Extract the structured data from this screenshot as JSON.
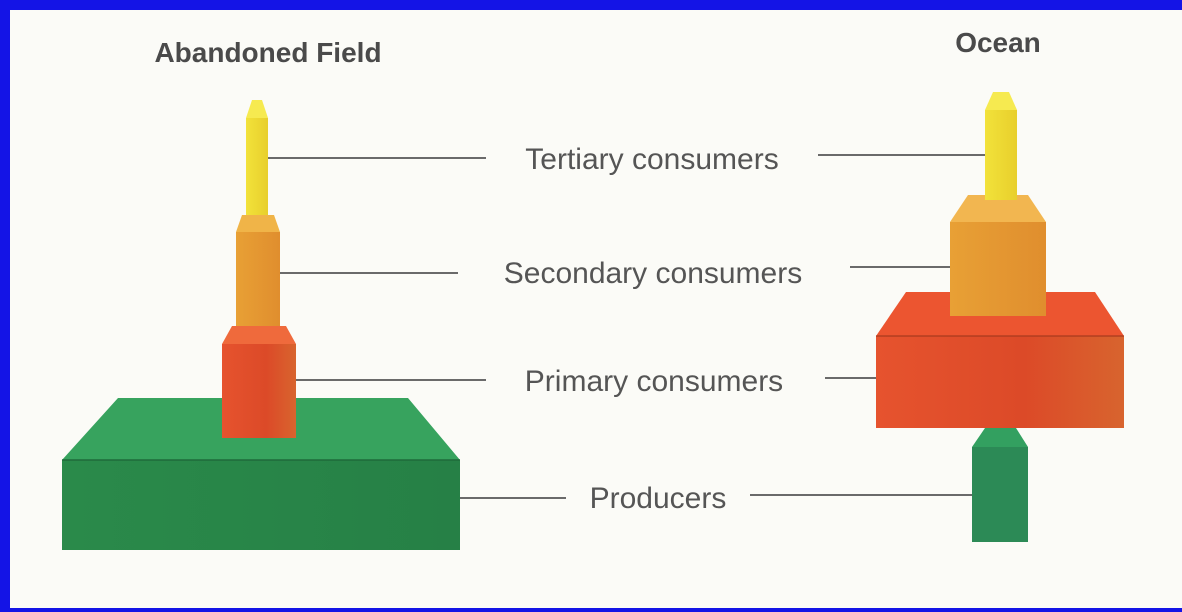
{
  "titles": {
    "left": "Abandoned Field",
    "right": "Ocean"
  },
  "levels": {
    "tertiary": "Tertiary consumers",
    "secondary": "Secondary consumers",
    "primary": "Primary consumers",
    "producers": "Producers"
  },
  "colors": {
    "border": "#1414e6",
    "background": "#fbfbf7",
    "producers": "#2f8f50",
    "primary": "#e04a2a",
    "secondary": "#e4a030",
    "tertiary": "#eedc30"
  }
}
